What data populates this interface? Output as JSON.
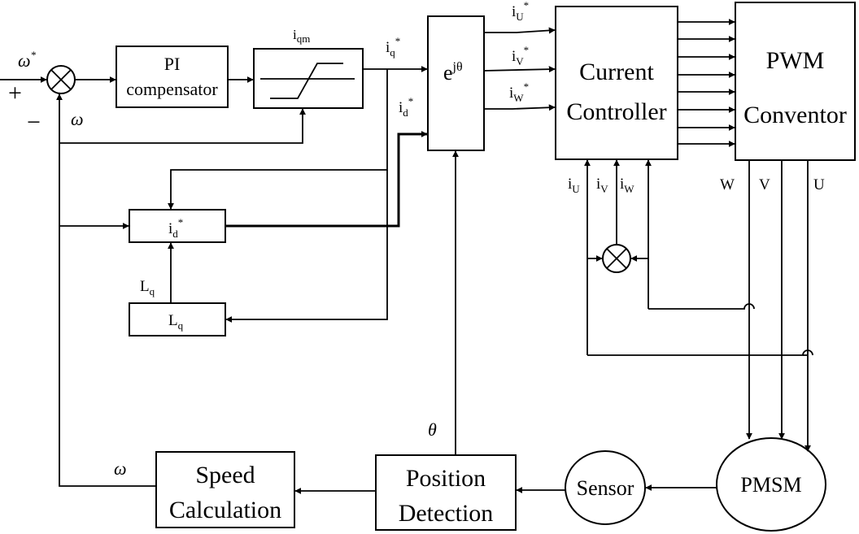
{
  "blocks": {
    "pi": [
      "PI",
      "compensator"
    ],
    "current_controller": [
      "Current",
      "Controller"
    ],
    "pwm": [
      "PWM",
      "Conventor"
    ],
    "speed_calc": [
      "Speed",
      "Calculation"
    ],
    "position_det": [
      "Position",
      "Detection"
    ],
    "sensor": "Sensor",
    "pmsm": "PMSM",
    "lq_block": "L",
    "lq_sub": "q",
    "id_block": "i",
    "id_block_sub": "d",
    "transform_base": "e",
    "transform_exp": "jθ"
  },
  "signals": {
    "omega_ref": "ω",
    "star": "*",
    "plus": "+",
    "minus": "−",
    "omega": "ω",
    "omega_speed": "ω",
    "theta": "θ",
    "i": "i",
    "iqm_sub": "qm",
    "iq_sub": "q",
    "id_sub": "d",
    "iU_sub": "U",
    "iV_sub": "V",
    "iW_sub": "W",
    "lq_label": "L",
    "lq_label_sub": "q"
  },
  "phases": {
    "W": "W",
    "V": "V",
    "U": "U"
  }
}
